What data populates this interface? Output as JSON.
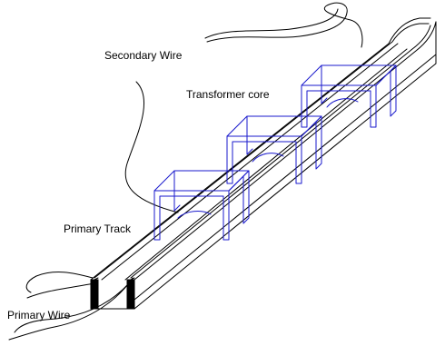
{
  "labels": {
    "secondary_wire": "Secondary Wire",
    "transformer_core": "Transformer core",
    "primary_track": "Primary Track",
    "primary_wire": "Primary Wire"
  },
  "colors": {
    "line": "#000000",
    "core": "#1a1acc",
    "background": "#ffffff"
  }
}
